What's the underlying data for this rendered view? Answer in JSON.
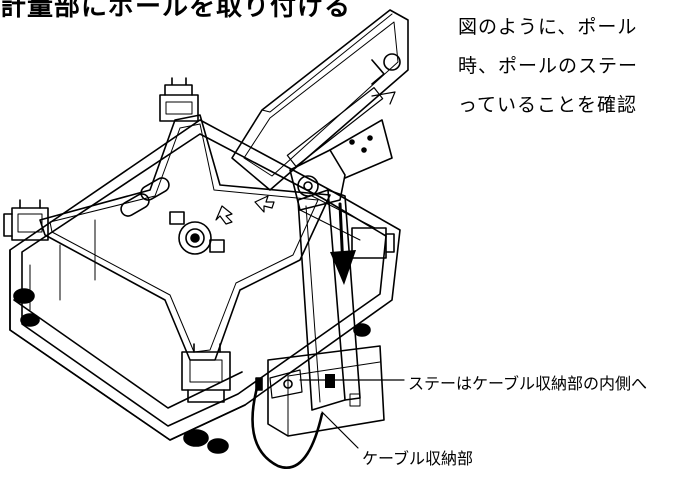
{
  "heading": "計量部にポールを取り付ける",
  "body_lines": [
    "図のように、ポール",
    "時、ポールのステー",
    "っていることを確認"
  ],
  "callouts": {
    "stay": "ステーはケーブル収納部の内側へ",
    "cable_storage": "ケーブル収納部"
  }
}
